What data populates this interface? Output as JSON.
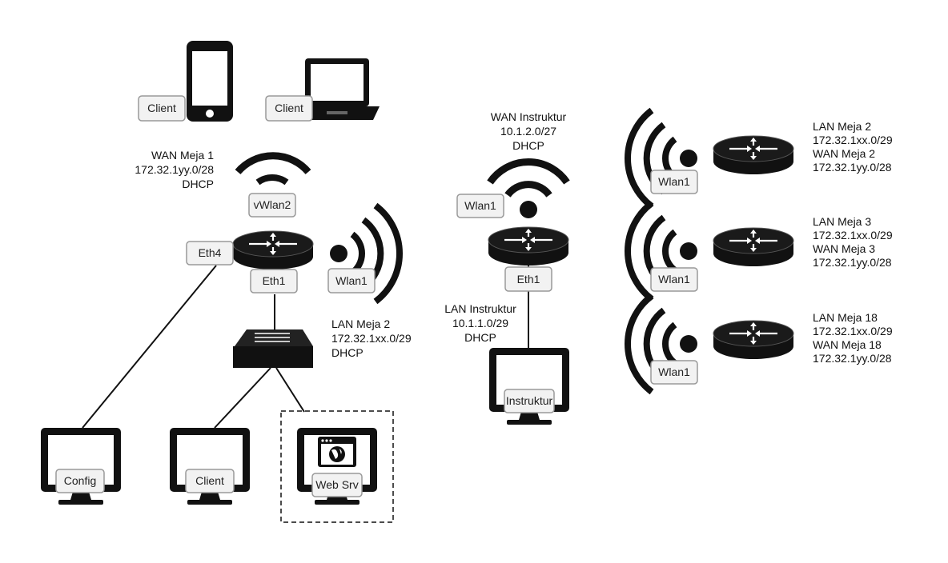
{
  "left_site": {
    "phone_label": "Client",
    "laptop_label": "Client",
    "wan_text": [
      "WAN Meja 1",
      "172.32.1yy.0/28",
      "DHCP"
    ],
    "vwlan_label": "vWlan2",
    "eth4_label": "Eth4",
    "eth1_label": "Eth1",
    "wlan_label": "Wlan1",
    "lan_text": [
      "LAN Meja 2",
      "172.32.1xx.0/29",
      "DHCP"
    ],
    "pc_config_label": "Config",
    "pc_client_label": "Client",
    "pc_websrv_label": "Web Srv"
  },
  "instructor_site": {
    "wan_text": [
      "WAN Instruktur",
      "10.1.2.0/27",
      "DHCP"
    ],
    "wlan_label": "Wlan1",
    "eth1_label": "Eth1",
    "lan_text": [
      "LAN Instruktur",
      "10.1.1.0/29",
      "DHCP"
    ],
    "pc_label": "Instruktur"
  },
  "meja_routers": [
    {
      "wlan_label": "Wlan1",
      "text": [
        "LAN Meja 2",
        "172.32.1xx.0/29",
        "WAN Meja 2",
        "172.32.1yy.0/28"
      ]
    },
    {
      "wlan_label": "Wlan1",
      "text": [
        "LAN Meja 3",
        "172.32.1xx.0/29",
        "WAN Meja 3",
        "172.32.1yy.0/28"
      ]
    },
    {
      "wlan_label": "Wlan1",
      "text": [
        "LAN Meja 18",
        "172.32.1xx.0/29",
        "WAN Meja 18",
        "172.32.1yy.0/28"
      ]
    }
  ],
  "icons": [
    "phone-icon",
    "laptop-icon",
    "wifi-icon",
    "router-icon",
    "switch-icon",
    "monitor-icon",
    "globe-icon"
  ]
}
